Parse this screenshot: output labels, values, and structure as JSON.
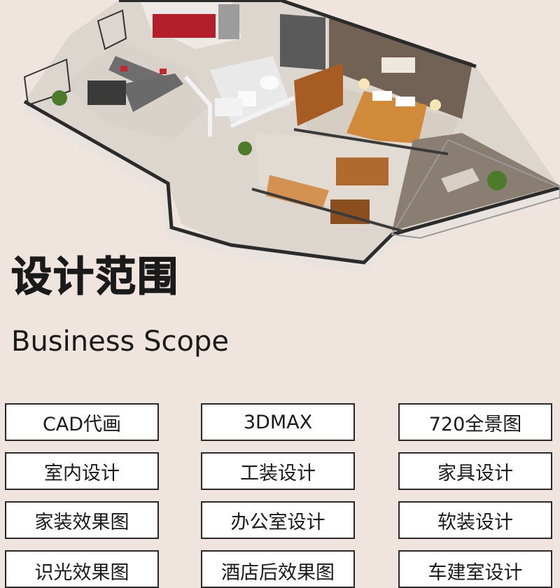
{
  "heading": {
    "title_cn": "设计范围",
    "title_en": "Business Scope"
  },
  "services": [
    {
      "label": "CAD代画"
    },
    {
      "label": "3DMAX"
    },
    {
      "label": "720全景图"
    },
    {
      "label": "室内设计"
    },
    {
      "label": "工装设计"
    },
    {
      "label": "家具设计"
    },
    {
      "label": "家装效果图"
    },
    {
      "label": "办公室设计"
    },
    {
      "label": "软装设计"
    },
    {
      "label": "识光效果图"
    },
    {
      "label": "酒店后效果图"
    },
    {
      "label": "车建室设计"
    }
  ],
  "colors": {
    "background": "#efe5de",
    "border": "#2a2a2a",
    "text": "#1a1a1a"
  }
}
